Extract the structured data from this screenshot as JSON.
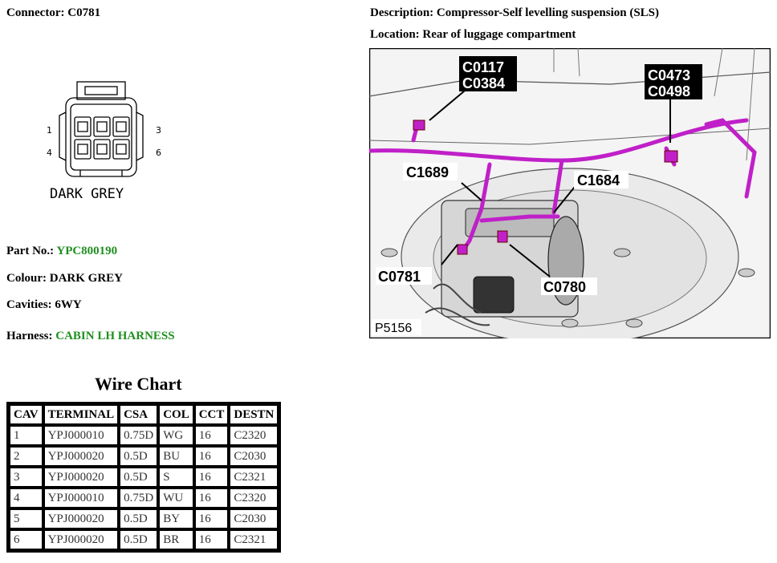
{
  "connector": {
    "label": "Connector:",
    "value": "C0781"
  },
  "description": {
    "label": "Description:",
    "value": "Compressor-Self levelling suspension (SLS)"
  },
  "location": {
    "label": "Location:",
    "value": "Rear of luggage compartment"
  },
  "diagram": {
    "colour_text": "DARK GREY",
    "pin_1": "1",
    "pin_3": "3",
    "pin_4": "4",
    "pin_6": "6"
  },
  "part_no": {
    "label": "Part No.:",
    "value": "YPC800190"
  },
  "colour": {
    "label": "Colour:",
    "value": "DARK GREY"
  },
  "cavities": {
    "label": "Cavities:",
    "value": "6WY"
  },
  "harness": {
    "label": "Harness:",
    "value": "CABIN LH HARNESS"
  },
  "photo": {
    "callouts": [
      "C0117",
      "C0384",
      "C0473",
      "C0498",
      "C1689",
      "C1684",
      "C0781",
      "C0780"
    ],
    "figure_id": "P5156"
  },
  "wire_chart": {
    "title": "Wire Chart",
    "headers": [
      "CAV",
      "TERMINAL",
      "CSA",
      "COL",
      "CCT",
      "DESTN"
    ],
    "rows": [
      [
        "1",
        "YPJ000010",
        "0.75D",
        "WG",
        "16",
        "C2320"
      ],
      [
        "2",
        "YPJ000020",
        "0.5D",
        "BU",
        "16",
        "C2030"
      ],
      [
        "3",
        "YPJ000020",
        "0.5D",
        "S",
        "16",
        "C2321"
      ],
      [
        "4",
        "YPJ000010",
        "0.75D",
        "WU",
        "16",
        "C2320"
      ],
      [
        "5",
        "YPJ000020",
        "0.5D",
        "BY",
        "16",
        "C2030"
      ],
      [
        "6",
        "YPJ000020",
        "0.5D",
        "BR",
        "16",
        "C2321"
      ]
    ]
  },
  "colors": {
    "link_green": "#1f8f1f",
    "wire_magenta": "#c020c8"
  }
}
